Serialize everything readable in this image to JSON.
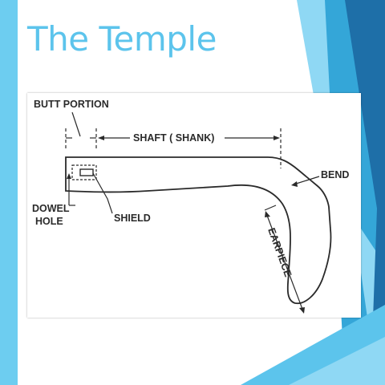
{
  "slide": {
    "title": "The Temple",
    "colors": {
      "title": "#5cc4ec",
      "accent_light": "#6dcdf0",
      "accent_mid": "#34a6d8",
      "accent_dark": "#1e6fa8",
      "ink": "#2a2a2a"
    }
  },
  "figure": {
    "labels": {
      "butt_portion": "BUTT PORTION",
      "shaft": "SHAFT ( SHANK)",
      "bend": "BEND",
      "dowel": "DOWEL",
      "hole": "HOLE",
      "shield": "SHIELD",
      "earpiece": "EARPIECE"
    }
  }
}
